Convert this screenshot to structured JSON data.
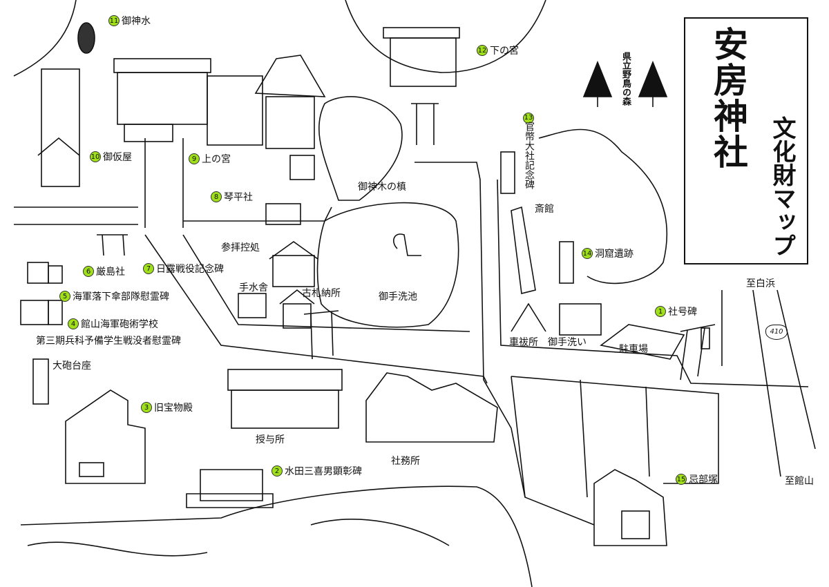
{
  "title": {
    "main": "安房神社",
    "sub": "文化財マップ"
  },
  "forest_label": "県立野鳥の森",
  "route_number": "410",
  "badge_color": "#9fe01a",
  "landmarks": [
    {
      "num": "11",
      "label": "御神水"
    },
    {
      "num": "12",
      "label": "下の宮"
    },
    {
      "num": "13",
      "label": "官幣大社記念碑"
    },
    {
      "num": "10",
      "label": "御仮屋"
    },
    {
      "num": "9",
      "label": "上の宮"
    },
    {
      "num": "8",
      "label": "琴平社"
    },
    {
      "num": "6",
      "label": "厳島社"
    },
    {
      "num": "7",
      "label": "日露戦役記念碑"
    },
    {
      "num": "5",
      "label": "海軍落下傘部隊慰霊碑"
    },
    {
      "num": "4",
      "label": "館山海軍砲術学校",
      "label2": "第三期兵科予備学生戦没者慰霊碑"
    },
    {
      "num": "3",
      "label": "旧宝物殿"
    },
    {
      "num": "2",
      "label": "水田三喜男顕彰碑"
    },
    {
      "num": "15",
      "label": "忌部塚"
    },
    {
      "num": "1",
      "label": "社号碑"
    },
    {
      "num": "14",
      "label": "洞窟遺跡"
    }
  ],
  "places": {
    "sacred_tree": "御神木の槙",
    "waiting_hall": "参拝控処",
    "temizuya": "手水舎",
    "old_talisman": "古札納所",
    "pond": "御手洗池",
    "cannon_base": "大砲台座",
    "juyosho": "授与所",
    "shamusho": "社務所",
    "parking": "駐車場",
    "car_purification": "車祓所",
    "toilet": "御手洗い",
    "saikan": "斎館",
    "to_shirahama": "至白浜",
    "to_tateyama": "至館山"
  }
}
